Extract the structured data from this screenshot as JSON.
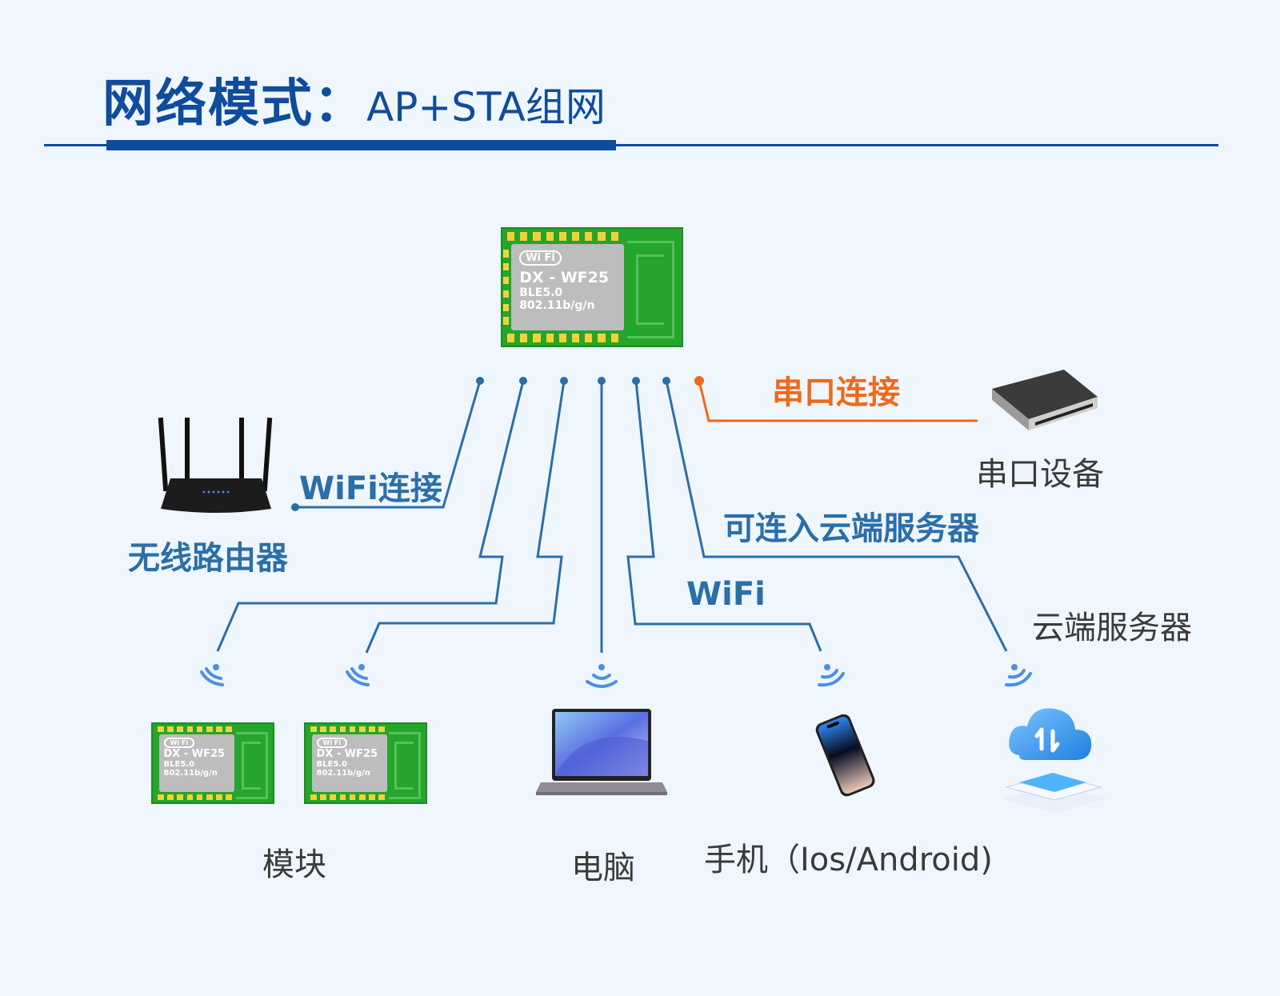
{
  "title": {
    "main": "网络模式：",
    "sub": "AP+STA组网"
  },
  "center_module": {
    "brand_badge_left": "Wi",
    "brand_badge_right": "Fi",
    "model": "DX - WF25",
    "ble": "BLE5.0",
    "standard": "802.11b/g/n"
  },
  "labels": {
    "wifi_connect": "WiFi连接",
    "router": "无线路由器",
    "serial_connect": "串口连接",
    "serial_device": "串口设备",
    "cloud_connect": "可连入云端服务器",
    "wifi": "WiFi",
    "cloud_server": "云端服务器",
    "module": "模块",
    "computer": "电脑",
    "phone": "手机（Ios/Android)"
  },
  "colors": {
    "title": "#0f4c9e",
    "wire": "#2b6fa8",
    "serial": "#ee6a1a",
    "signal": "#4a90e2",
    "background": "#eff6fd"
  },
  "icons": [
    "router-icon",
    "serial-device-icon",
    "wifi-signal-icon",
    "laptop-icon",
    "phone-icon",
    "cloud-server-icon",
    "wifi-module-icon"
  ]
}
